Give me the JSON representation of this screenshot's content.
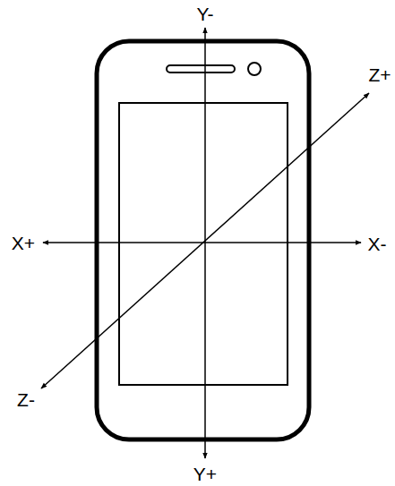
{
  "diagram": {
    "labels": [
      "Y-",
      "Z+",
      "X+",
      "X-",
      "Z-",
      "Y+"
    ]
  }
}
